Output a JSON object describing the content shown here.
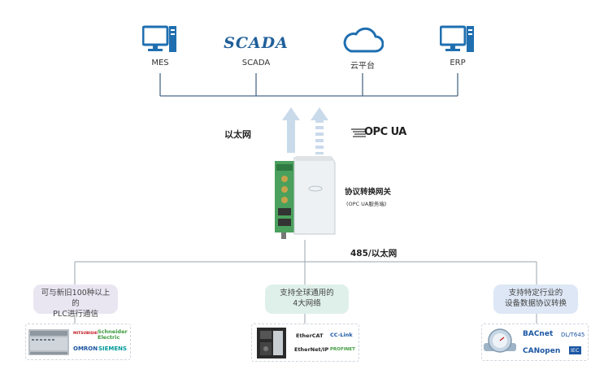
{
  "top_systems": [
    {
      "label": "MES",
      "icon": "computer-icon"
    },
    {
      "label": "SCADA",
      "logo_text": "SCADA"
    },
    {
      "label": "云平台",
      "icon": "cloud-icon"
    },
    {
      "label": "ERP",
      "icon": "computer-icon"
    }
  ],
  "uplink": {
    "ethernet_label": "以太网",
    "protocol_logo": "OPC UA"
  },
  "gateway": {
    "title": "协议转换网关",
    "subtitle": "(OPC UA服务端)",
    "downlink_label": "485/以太网"
  },
  "branches": [
    {
      "desc": "可与新旧100种以上的\nPLC进行通信",
      "bg": "#e9e6f2",
      "logos": [
        "MITSUBISHI",
        "Schneider Electric",
        "OMRON",
        "SIEMENS"
      ]
    },
    {
      "desc": "支持全球通用的\n4大网络",
      "bg": "#dff0ea",
      "logos": [
        "EtherCAT",
        "CC-Link",
        "EtherNet/IP",
        "PROFINET"
      ]
    },
    {
      "desc": "支持特定行业的\n设备数据协议转换",
      "bg": "#dde7f5",
      "logos": [
        "BACnet",
        "DL/T645",
        "CANopen",
        "IEC"
      ]
    }
  ],
  "colors": {
    "accent_blue": "#1f6fb0",
    "line": "#4a6a86",
    "arrow": "#c9daeb"
  }
}
